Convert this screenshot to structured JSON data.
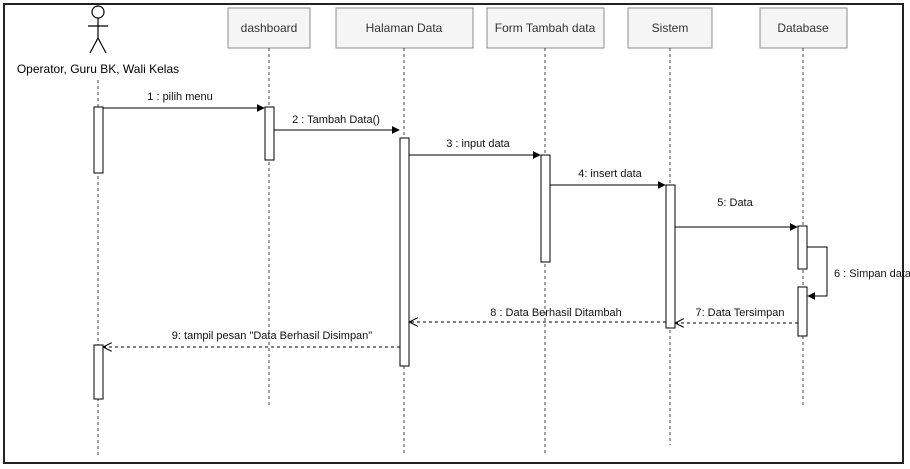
{
  "diagram": {
    "actor": "Operator, Guru BK, Wali Kelas",
    "participants": [
      "dashboard",
      "Halaman Data",
      "Form Tambah data",
      "Sistem",
      "Database"
    ],
    "messages": [
      "1 : pilih menu",
      "2 : Tambah Data()",
      "3 : input data",
      "4: insert data",
      "5: Data",
      "6 : Simpan data",
      "7: Data Tersimpan",
      "8 : Data Berhasil Ditambah",
      "9: tampil pesan \"Data Berhasil Disimpan\""
    ]
  },
  "colors": {
    "header_fill": "#f5f5f5",
    "header_stroke": "#8c8c8c",
    "line": "#000000",
    "lifeline": "#444444"
  }
}
